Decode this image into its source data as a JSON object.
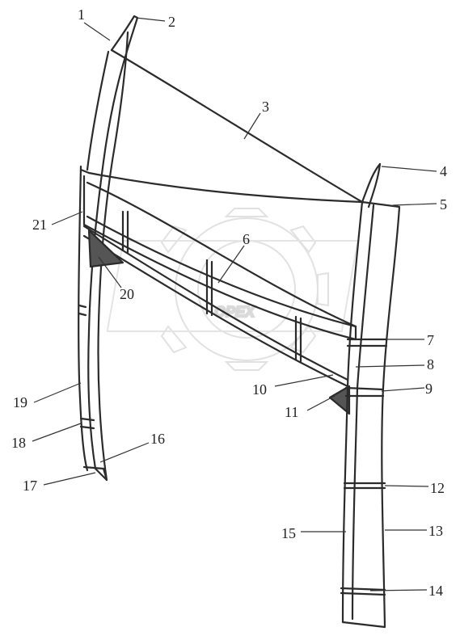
{
  "diagram": {
    "watermark": "OPEX",
    "callouts": [
      {
        "id": "c1",
        "label": "1"
      },
      {
        "id": "c2",
        "label": "2"
      },
      {
        "id": "c3",
        "label": "3"
      },
      {
        "id": "c4",
        "label": "4"
      },
      {
        "id": "c5",
        "label": "5"
      },
      {
        "id": "c6",
        "label": "6"
      },
      {
        "id": "c7",
        "label": "7"
      },
      {
        "id": "c8",
        "label": "8"
      },
      {
        "id": "c9",
        "label": "9"
      },
      {
        "id": "c10",
        "label": "10"
      },
      {
        "id": "c11",
        "label": "11"
      },
      {
        "id": "c12",
        "label": "12"
      },
      {
        "id": "c13",
        "label": "13"
      },
      {
        "id": "c14",
        "label": "14"
      },
      {
        "id": "c15",
        "label": "15"
      },
      {
        "id": "c16",
        "label": "16"
      },
      {
        "id": "c17",
        "label": "17"
      },
      {
        "id": "c18",
        "label": "18"
      },
      {
        "id": "c19",
        "label": "19"
      },
      {
        "id": "c20",
        "label": "20"
      },
      {
        "id": "c21",
        "label": "21"
      }
    ]
  }
}
